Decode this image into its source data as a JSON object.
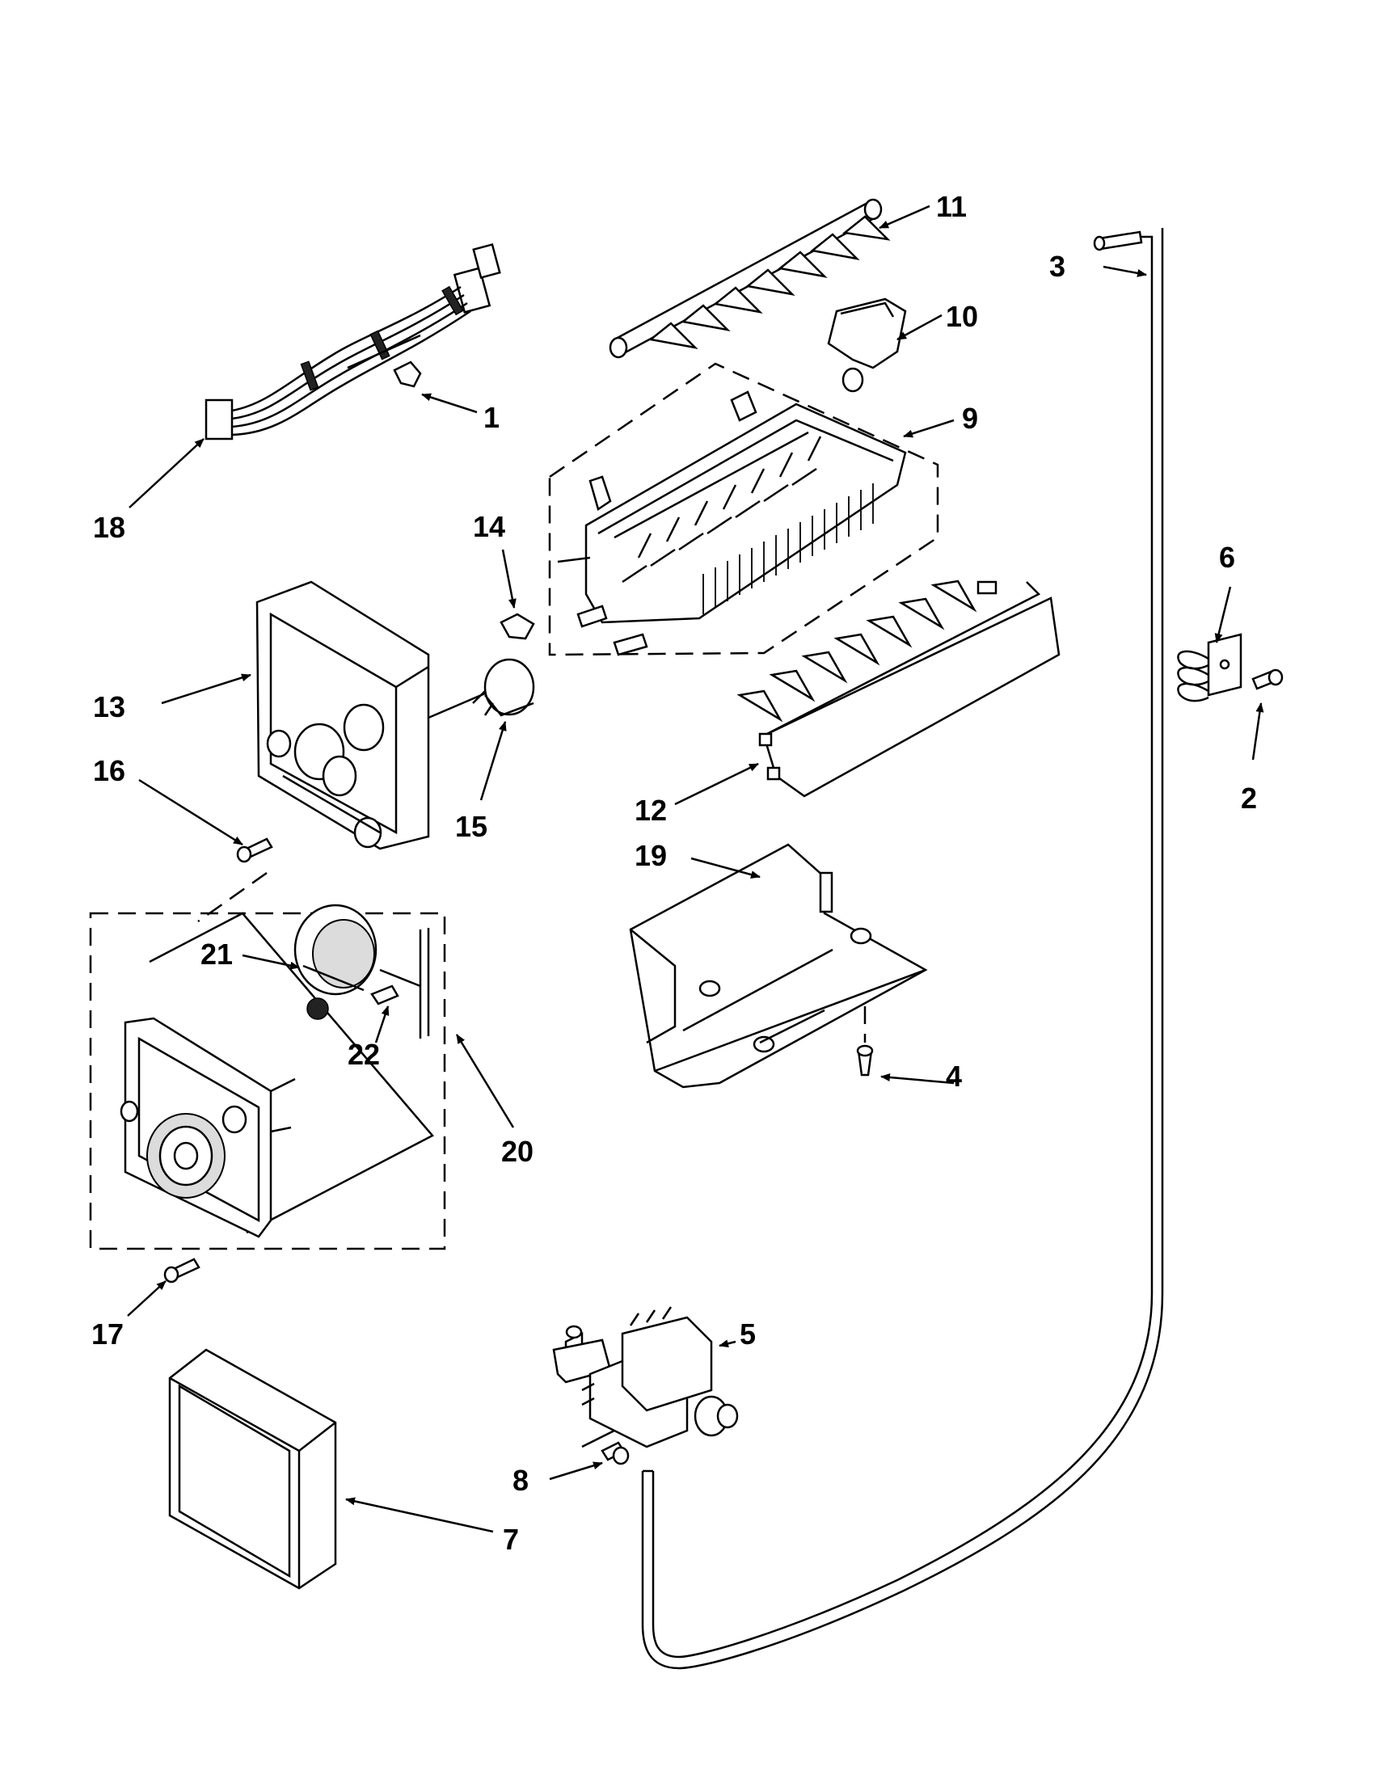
{
  "diagram": {
    "callouts": [
      {
        "id": "callout-1",
        "text": "1"
      },
      {
        "id": "callout-2",
        "text": "2"
      },
      {
        "id": "callout-3",
        "text": "3"
      },
      {
        "id": "callout-4",
        "text": "4"
      },
      {
        "id": "callout-5",
        "text": "5"
      },
      {
        "id": "callout-6",
        "text": "6"
      },
      {
        "id": "callout-7",
        "text": "7"
      },
      {
        "id": "callout-8",
        "text": "8"
      },
      {
        "id": "callout-9",
        "text": "9"
      },
      {
        "id": "callout-10",
        "text": "10"
      },
      {
        "id": "callout-11",
        "text": "11"
      },
      {
        "id": "callout-12",
        "text": "12"
      },
      {
        "id": "callout-13",
        "text": "13"
      },
      {
        "id": "callout-14",
        "text": "14"
      },
      {
        "id": "callout-15",
        "text": "15"
      },
      {
        "id": "callout-16",
        "text": "16"
      },
      {
        "id": "callout-17",
        "text": "17"
      },
      {
        "id": "callout-18",
        "text": "18"
      },
      {
        "id": "callout-19",
        "text": "19"
      },
      {
        "id": "callout-20",
        "text": "20"
      },
      {
        "id": "callout-21",
        "text": "21"
      },
      {
        "id": "callout-22",
        "text": "22"
      }
    ]
  }
}
